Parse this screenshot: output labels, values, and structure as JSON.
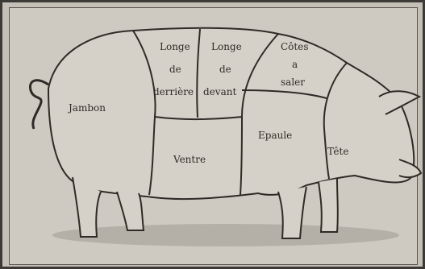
{
  "cuts": {
    "jambon": "Jambon",
    "longe_derriere": [
      "Longe",
      "de",
      "derrière"
    ],
    "longe_devant": [
      "Longe",
      "de",
      "devant"
    ],
    "cotes_a_saler": [
      "Côtes",
      "a",
      "saler"
    ],
    "ventre": "Ventre",
    "epaule": "Epaule",
    "tete": "Tête"
  },
  "colors": {
    "paper": "#cfcac1",
    "ink": "#2e2b27",
    "frame": "#3c3a36"
  }
}
